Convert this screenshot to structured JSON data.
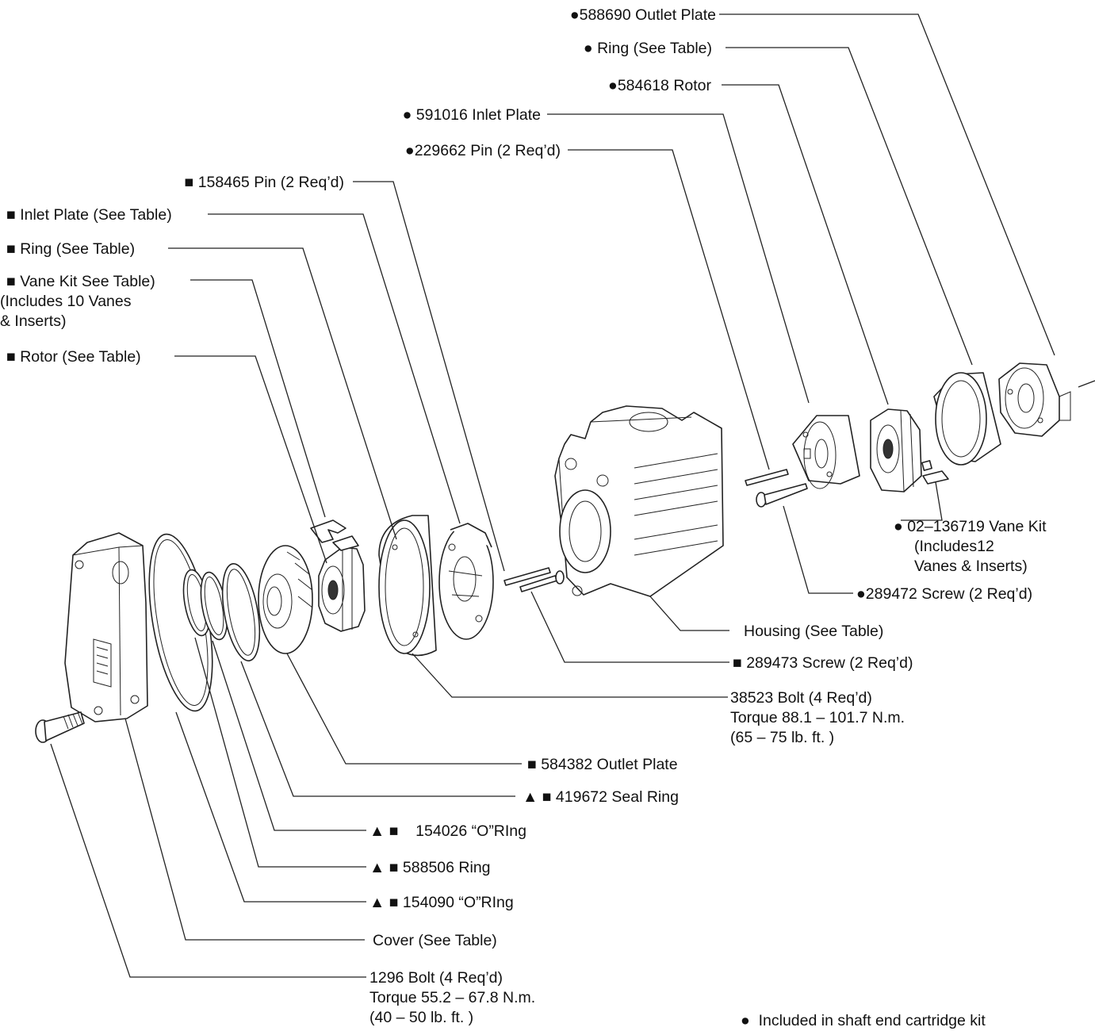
{
  "labels": {
    "outlet_plate_588690": "●588690 Outlet Plate",
    "ring_see_table_top": "● Ring (See Table)",
    "rotor_584618": "●584618 Rotor",
    "inlet_plate_591016": "● 591016 Inlet Plate",
    "pin_229662": "●229662 Pin (2 Req’d)",
    "pin_158465": "■ 158465 Pin (2 Req’d)",
    "inlet_plate_see_table": "■ Inlet Plate (See Table)",
    "ring_see_table_left": "■ Ring (See Table)",
    "vane_kit_line1": "■ Vane Kit See Table)",
    "vane_kit_line2": "(Includes 10 Vanes",
    "vane_kit_line3": "& Inserts)",
    "rotor_see_table": "■ Rotor (See Table)",
    "vane_kit_136719_line1": "● 02–136719 Vane Kit",
    "vane_kit_136719_line2": "(Includes12",
    "vane_kit_136719_line3": "Vanes & Inserts)",
    "screw_289472": "●289472 Screw (2 Req’d)",
    "housing": "Housing (See Table)",
    "screw_289473": "■ 289473 Screw (2 Req’d)",
    "bolt_38523_line1": "38523 Bolt (4 Req’d)",
    "bolt_38523_line2": "Torque 88.1 – 101.7 N.m.",
    "bolt_38523_line3": "(65 – 75 lb. ft. )",
    "outlet_plate_584382": "■ 584382 Outlet Plate",
    "seal_ring_419672": "▲ ■ 419672 Seal Ring",
    "oring_154026": "▲ ■    154026 “O”RIng",
    "ring_588506": "▲ ■ 588506 Ring",
    "oring_154090": "▲ ■ 154090 “O”RIng",
    "cover": "Cover (See Table)",
    "bolt_1296_line1": "1296 Bolt (4 Req’d)",
    "bolt_1296_line2": "Torque 55.2 – 67.8 N.m.",
    "bolt_1296_line3": "(40 – 50 lb. ft. )",
    "legend_circle": "●  Included in shaft end cartridge kit"
  }
}
